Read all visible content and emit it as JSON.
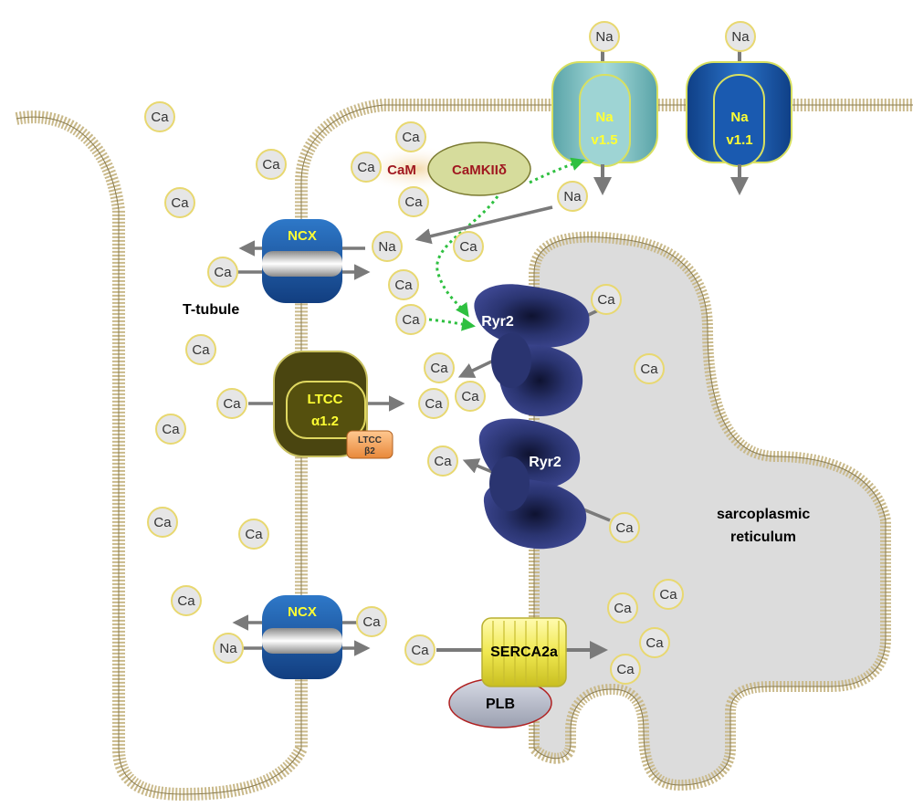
{
  "labels": {
    "ion_ca": "Ca",
    "ion_na": "Na",
    "ncx": "NCX",
    "ltcc_a1": "LTCC",
    "ltcc_a2": "α1.2",
    "ltcc_b1": "LTCC",
    "ltcc_b2": "β2",
    "ryr2": "Ryr2",
    "nav15_a": "Na",
    "nav15_b": "v1.5",
    "nav11_a": "Na",
    "nav11_b": "v1.1",
    "cam": "CaM",
    "camkii": "CaMKIIδ",
    "serca": "SERCA2a",
    "plb": "PLB",
    "ttubule": "T-tubule",
    "sr_1": "sarcoplasmic",
    "sr_2": "reticulum"
  },
  "colors": {
    "membrane": "#c9b98a",
    "sr_fill": "#dcdcdc",
    "ion_fill": "#e6e6e6",
    "ion_stroke": "#e8d870",
    "ncx_blue": "#1f5fb0",
    "ltcc_olive": "#4a4510",
    "ryr_navy": "#2a3470",
    "nav15_teal": "#7cc0c0",
    "nav11_blue": "#1a56a8",
    "serca_yellow": "#f4f06a",
    "plb_gray": "#b8bcc8",
    "camkii_green": "#d6dc9c",
    "arrow_gray": "#7a7a7a",
    "dotted_green": "#2ec040"
  }
}
